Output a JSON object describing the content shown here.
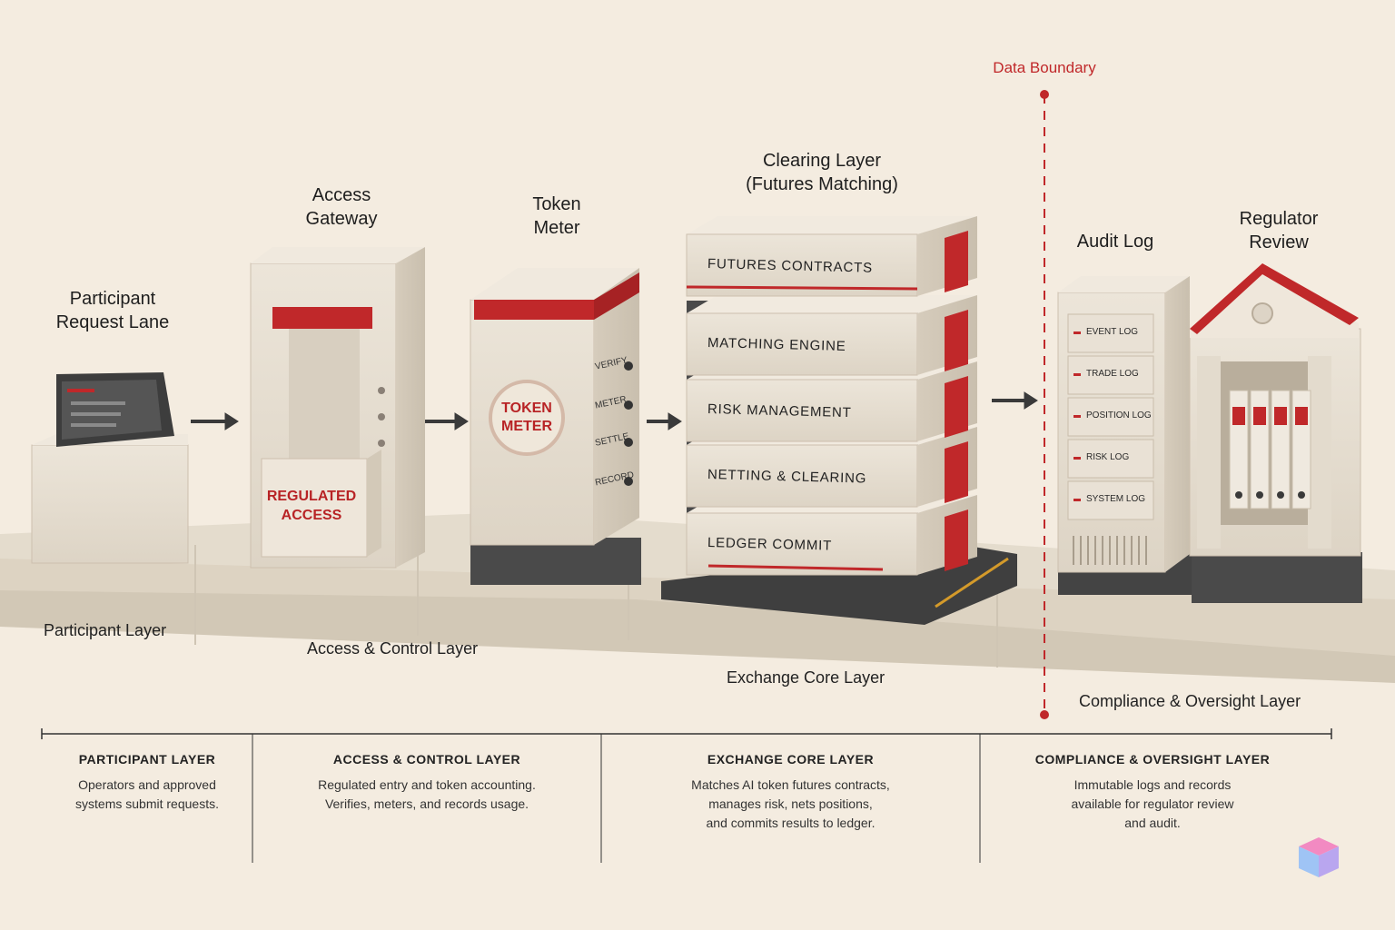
{
  "components": {
    "participant": {
      "title_1": "Participant",
      "title_2": "Request Lane"
    },
    "gateway": {
      "title_1": "Access",
      "title_2": "Gateway",
      "sign_1": "REGULATED",
      "sign_2": "ACCESS"
    },
    "meter": {
      "title_1": "Token",
      "title_2": "Meter",
      "badge_1": "TOKEN",
      "badge_2": "METER",
      "steps": [
        "VERIFY",
        "METER",
        "SETTLE",
        "RECORD"
      ]
    },
    "clearing": {
      "title_1": "Clearing Layer",
      "title_2": "(Futures Matching)",
      "tiers": [
        "FUTURES CONTRACTS",
        "MATCHING ENGINE",
        "RISK MANAGEMENT",
        "NETTING & CLEARING",
        "LEDGER COMMIT"
      ]
    },
    "boundary": {
      "label": "Data Boundary"
    },
    "audit": {
      "title": "Audit Log",
      "logs": [
        "EVENT LOG",
        "TRADE LOG",
        "POSITION LOG",
        "RISK LOG",
        "SYSTEM LOG"
      ]
    },
    "regulator": {
      "title_1": "Regulator",
      "title_2": "Review"
    }
  },
  "layers": {
    "participant": "Participant Layer",
    "access": "Access & Control Layer",
    "core": "Exchange Core Layer",
    "compliance": "Compliance & Oversight Layer"
  },
  "legend": [
    {
      "heading": "PARTICIPANT LAYER",
      "desc": "Operators and approved\nsystems submit requests."
    },
    {
      "heading": "ACCESS & CONTROL LAYER",
      "desc": "Regulated entry and token accounting.\nVerifies, meters, and records usage."
    },
    {
      "heading": "EXCHANGE CORE LAYER",
      "desc": "Matches AI token futures contracts,\nmanages risk, nets positions,\nand commits results to ledger."
    },
    {
      "heading": "COMPLIANCE & OVERSIGHT LAYER",
      "desc": "Immutable logs and records\navailable for regulator review\nand audit."
    }
  ],
  "colors": {
    "accent": "#c0282a",
    "stone": "#e8e0d3",
    "dark": "#4a4a4a",
    "background": "#f4ece0"
  }
}
